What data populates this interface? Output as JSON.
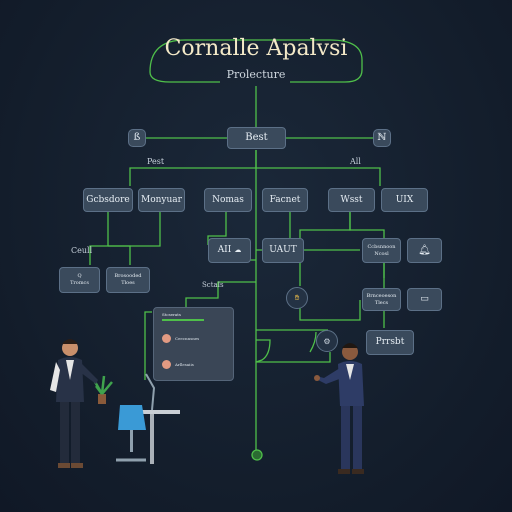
{
  "diagram": {
    "title": "Cornalle Apalvsi",
    "subtitle": "Prolecture",
    "root": "Best",
    "root_left_icon": "ß",
    "root_right_icon": "ℕ",
    "branch_label_left": "Pest",
    "branch_label_right": "All",
    "level2": [
      "Gcbsdore",
      "Monyuar",
      "Nomas",
      "Facnet",
      "Wsst",
      "UIX"
    ],
    "side_label_left": "Ceull",
    "small_box_1": {
      "line1": "Q",
      "line2": "Tromcs"
    },
    "small_box_2": {
      "line1": "Brosooded",
      "line2": "Tloes"
    },
    "node_ai": "AII",
    "node_uaut": "UAUT",
    "node_right_1": {
      "line1": "Ccbsnnoon",
      "line2": "Ncosl"
    },
    "node_right_2": {
      "line1": "Brnceoeson",
      "line2": "Tlecs"
    },
    "node_prrsbt": "Prrsbt",
    "label_mid": "Sctals",
    "panel": {
      "header": "Stcserats",
      "rows": [
        "Ceecnnsnes",
        "Arllesaiis"
      ]
    },
    "icons": [
      "cloud-icon",
      "monitor-icon",
      "bell-icon",
      "lightbulb-icon",
      "gear-icon",
      "location-pin-icon"
    ],
    "colors": {
      "background": "#131d2b",
      "wire": "#4fbf4a",
      "node": "#3a4a5c",
      "title": "#f3e9c8"
    }
  }
}
